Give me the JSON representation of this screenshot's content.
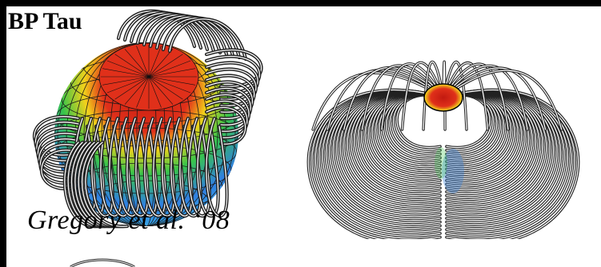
{
  "figure": {
    "title": "BP Tau",
    "citation": "Gregory et al. ‘08",
    "colors": {
      "frame": "#000000",
      "background": "#ffffff",
      "field_lines": "#222222",
      "field_line_highlight": "#ffffff",
      "surface_high": "#e0301a",
      "surface_mid": "#f2d21b",
      "surface_low_green": "#38c44a",
      "surface_low_blue": "#2f7fe0"
    },
    "panels": [
      {
        "name": "left-view",
        "description_icon": "star-surface-field-lines-icon"
      },
      {
        "name": "right-view",
        "description_icon": "closed-field-loops-icon"
      }
    ]
  }
}
